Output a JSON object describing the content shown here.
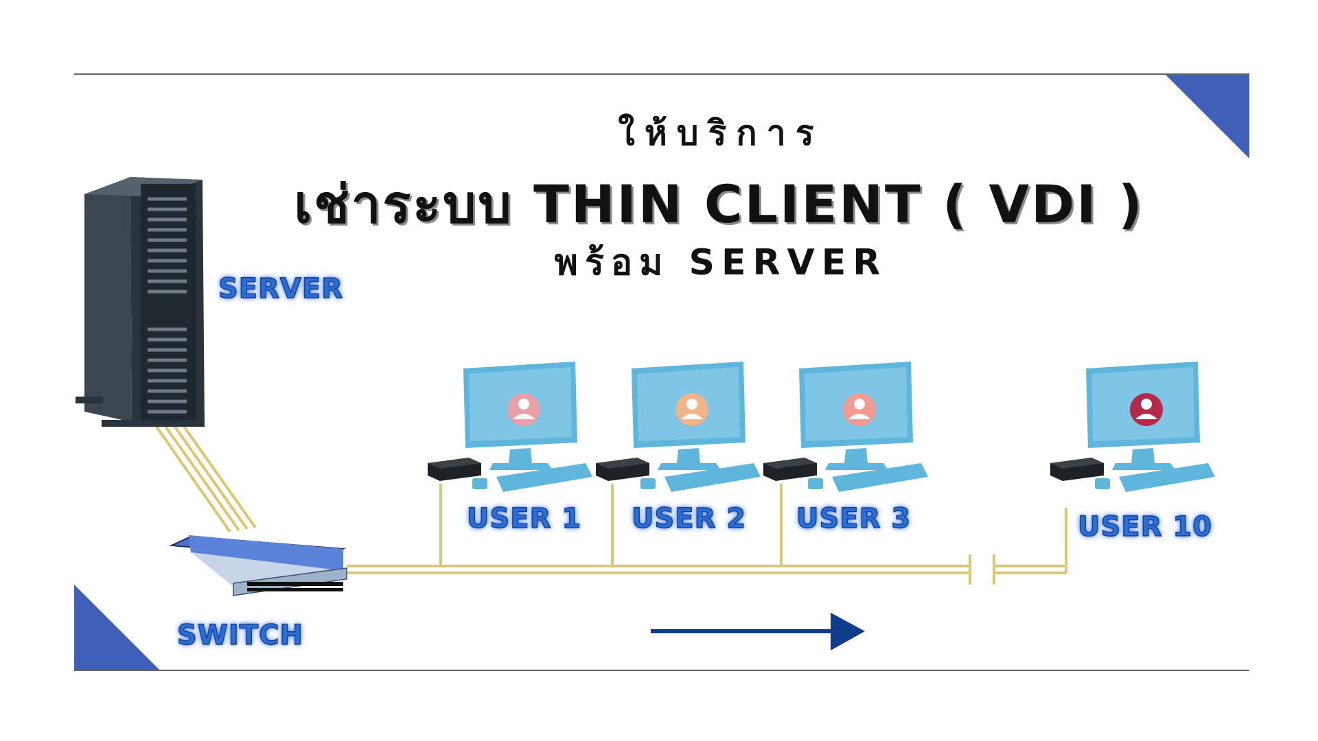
{
  "title": {
    "line1": "ให้บริการ",
    "line2": "เช่าระบบ THIN CLIENT ( VDI )",
    "line3": "พร้อม SERVER"
  },
  "labels": {
    "server": "SERVER",
    "switch": "SWITCH",
    "users": [
      "USER 1",
      "USER 2",
      "USER 3",
      "USER 10"
    ]
  },
  "colors": {
    "accent": "#3f5fb8",
    "cable": "#d8c870",
    "arrow": "#0f3d8c",
    "label_blue": "#2a6fd6",
    "monitor": "#5fb6dc",
    "avatars": [
      "#e9a0a8",
      "#f0b48a",
      "#f39a93",
      "#b5294a"
    ]
  }
}
